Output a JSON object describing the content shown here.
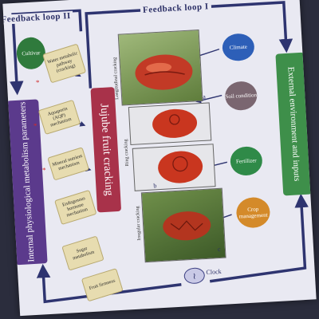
{
  "diagram": {
    "loop_left": "Feedback loop II",
    "loop_right": "Feedback loop I",
    "left_bar": "Internal physiological metabolism parameters",
    "center_bar": "Jujube fruit cracking",
    "right_bar": "External environment and inputs",
    "scrolls": [
      "Water metabolic pathway (cracking)",
      "Aquaporin (AQP) mechanism",
      "Mineral nutrient mechanism",
      "Endogenous hormone mechanism",
      "Sugar metabolism",
      "Fruit firmness"
    ],
    "factors": [
      "Climate",
      "Soil condition",
      "Fertilizer",
      "Crop management"
    ],
    "top_circle": "Cultivar",
    "photo_labels": [
      "Longitudinal cracking",
      "Ring cracking",
      "Irregular cracking"
    ],
    "photo_letters": [
      "a",
      "b",
      "c"
    ],
    "clock_label": "Clock",
    "clock_symbol": "≀",
    "star_glyph": "*",
    "colors": {
      "left_bar": "#5b3a8c",
      "center_bar": "#a8324a",
      "right_bar": "#3e8f4a",
      "arrows": "#2e3470",
      "climate": "#2d5fb8",
      "soil": "#7a6670",
      "fertilizer": "#2f8a48",
      "crop": "#d48a2a",
      "cultivar": "#2f7a3c"
    }
  }
}
